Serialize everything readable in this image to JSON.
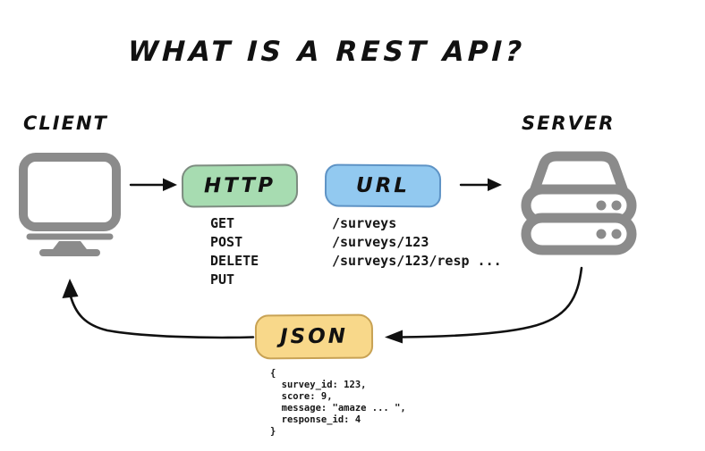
{
  "title": "WHAT IS A REST API?",
  "client": {
    "label": "CLIENT",
    "icon": "monitor-icon"
  },
  "server": {
    "label": "SERVER",
    "icon": "server-stack-icon"
  },
  "http": {
    "label": "HTTP",
    "fill": "#a7dcb1",
    "border": "#7d8c80",
    "methods": [
      "GET",
      "POST",
      "DELETE",
      "PUT"
    ]
  },
  "url": {
    "label": "URL",
    "fill": "#92c9f0",
    "border": "#5e93c5",
    "paths": [
      "/surveys",
      "/surveys/123",
      "/surveys/123/resp ..."
    ]
  },
  "json": {
    "label": "JSON",
    "fill": "#f8d88a",
    "border": "#c8a254",
    "code": [
      "{",
      "  survey_id: 123,",
      "  score: 9,",
      "  message: \"amaze ... \",",
      "  response_id: 4",
      "}"
    ]
  },
  "colors": {
    "icon_gray": "#8b8b8b",
    "ink": "#111111",
    "background": "#ffffff"
  }
}
